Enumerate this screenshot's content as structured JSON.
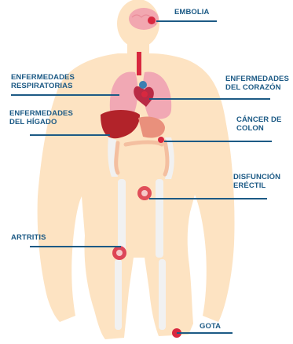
{
  "colors": {
    "skin": "#fde3c2",
    "bone": "#f1f1f1",
    "label": "#1c5a85",
    "marker": "#d8283f",
    "liver": "#b2232a",
    "lungs": "#f1a8b4",
    "leader_line": "#1c5a85"
  },
  "labels": {
    "embolia": [
      "EMBOLIA"
    ],
    "respiratorias": [
      "ENFERMEDADES",
      "RESPIRATORIAS"
    ],
    "corazon": [
      "ENFERMEDADES",
      "DEL CORAZÓN"
    ],
    "higado": [
      "ENFERMEDADES",
      "DEL HÍGADO"
    ],
    "colon": [
      "CÁNCER DE",
      "COLON"
    ],
    "erectil": [
      "DISFUNCIÓN",
      "ERÉCTIL"
    ],
    "artritis": [
      "ARTRITIS"
    ],
    "gota": [
      "GOTA"
    ]
  }
}
